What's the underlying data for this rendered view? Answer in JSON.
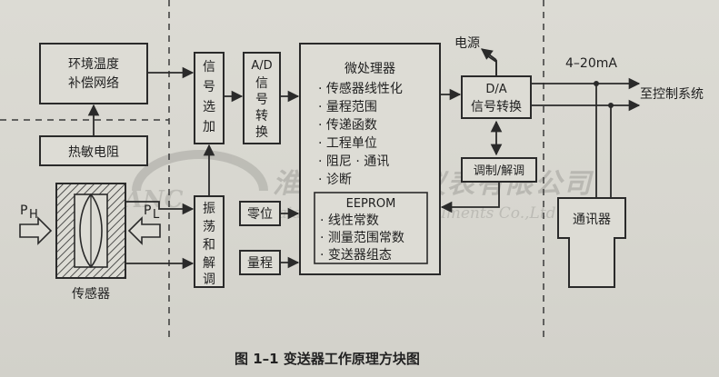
{
  "blocks": {
    "env_temp": [
      "环境温度",
      "补偿网络"
    ],
    "thermistor": "热敏电阻",
    "sensor": "传感器",
    "p_h": "P",
    "p_h_sub": "H",
    "p_l": "P",
    "p_l_sub": "L",
    "signal_select": [
      "信",
      "号",
      "选",
      "加"
    ],
    "ad": [
      "A/D",
      "信",
      "号",
      "转",
      "换"
    ],
    "oscillate": [
      "振",
      "荡",
      "和",
      "解",
      "调"
    ],
    "zero": "零位",
    "range": "量程",
    "mcu_title": "微处理器",
    "mcu_items": [
      "· 传感器线性化",
      "· 量程范围",
      "· 传递函数",
      "· 工程单位",
      "· 阻尼 · 通讯",
      "· 诊断"
    ],
    "eeprom_title": "EEPROM",
    "eeprom_items": [
      "· 线性常数",
      "· 测量范围常数",
      "· 变送器组态"
    ],
    "da": [
      "D/A",
      "信号转换"
    ],
    "modem": "调制/解调",
    "comm": "通讯器",
    "power": "电源",
    "current": "4–20mA",
    "to_control": "至控制系统"
  },
  "watermark": {
    "cn": "淮安市三畅仪表有限公司",
    "en": "Huaian Sanchang Instruments Co.,Ltd",
    "logo": "SANC"
  },
  "caption": "图 1–1    变送器工作原理方块图"
}
